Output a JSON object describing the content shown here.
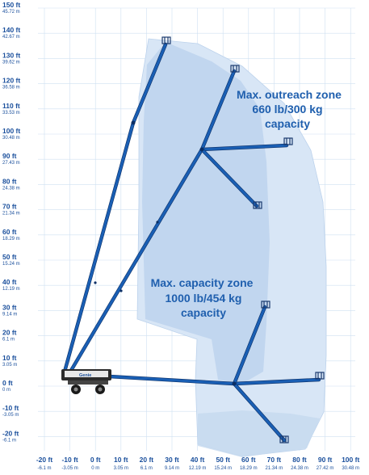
{
  "diagram": {
    "y_axis_ticks": [
      {
        "ft": "150 ft",
        "m": "45.72 m"
      },
      {
        "ft": "140 ft",
        "m": "42.67 m"
      },
      {
        "ft": "130 ft",
        "m": "39.62 m"
      },
      {
        "ft": "120 ft",
        "m": "36.58 m"
      },
      {
        "ft": "110 ft",
        "m": "33.53 m"
      },
      {
        "ft": "100 ft",
        "m": "30.48 m"
      },
      {
        "ft": "90 ft",
        "m": "27.43 m"
      },
      {
        "ft": "80 ft",
        "m": "24.38 m"
      },
      {
        "ft": "70 ft",
        "m": "21.34 m"
      },
      {
        "ft": "60 ft",
        "m": "18.29 m"
      },
      {
        "ft": "50 ft",
        "m": "15.24 m"
      },
      {
        "ft": "40 ft",
        "m": "12.19 m"
      },
      {
        "ft": "30 ft",
        "m": "9.14 m"
      },
      {
        "ft": "20 ft",
        "m": "6.1 m"
      },
      {
        "ft": "10 ft",
        "m": "3.05 m"
      },
      {
        "ft": "0 ft",
        "m": "0 m"
      },
      {
        "ft": "-10 ft",
        "m": "-3.05 m"
      },
      {
        "ft": "-20 ft",
        "m": "-6.1 m"
      }
    ],
    "x_axis_ticks": [
      {
        "ft": "-20 ft",
        "m": "-6.1 m"
      },
      {
        "ft": "-10 ft",
        "m": "-3.05 m"
      },
      {
        "ft": "0 ft",
        "m": "0 m"
      },
      {
        "ft": "10 ft",
        "m": "3.05 m"
      },
      {
        "ft": "20 ft",
        "m": "6.1 m"
      },
      {
        "ft": "30 ft",
        "m": "9.14 m"
      },
      {
        "ft": "40 ft",
        "m": "12.19 m"
      },
      {
        "ft": "50 ft",
        "m": "15.24 m"
      },
      {
        "ft": "60 ft",
        "m": "18.29 m"
      },
      {
        "ft": "70 ft",
        "m": "21.34 m"
      },
      {
        "ft": "80 ft",
        "m": "24.38 m"
      },
      {
        "ft": "90 ft",
        "m": "27.42 m"
      },
      {
        "ft": "100 ft",
        "m": "30.48 m"
      }
    ],
    "outreach_zone": {
      "line1": "Max. outreach zone",
      "line2": "660 lb/300 kg",
      "line3": "capacity"
    },
    "capacity_zone": {
      "line1": "Max. capacity zone",
      "line2": "1000 lb/454 kg",
      "line3": "capacity"
    },
    "brand_label": "Genie",
    "colors": {
      "outer_zone": "#d8e6f6",
      "inner_zone": "#b9d0ec",
      "boom": "#1a5fb4",
      "boom_dark": "#0b2f66",
      "text": "#1a4f9c",
      "title": "#1f5fae"
    }
  }
}
